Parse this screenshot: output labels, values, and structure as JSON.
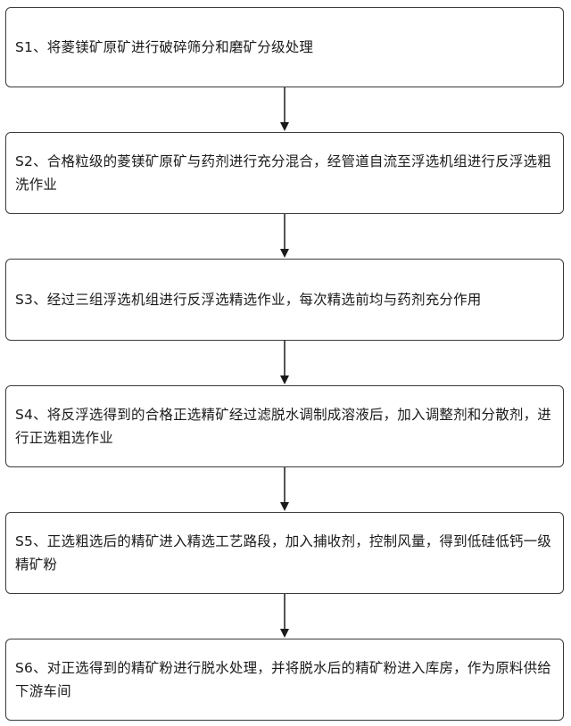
{
  "flowchart": {
    "steps": [
      {
        "id": "S1",
        "text": "S1、将菱镁矿原矿进行破碎筛分和磨矿分级处理"
      },
      {
        "id": "S2",
        "text": "S2、合格粒级的菱镁矿原矿与药剂进行充分混合，经管道自流至浮选机组进行反浮选粗洗作业"
      },
      {
        "id": "S3",
        "text": "S3、经过三组浮选机组进行反浮选精选作业，每次精选前均与药剂充分作用"
      },
      {
        "id": "S4",
        "text": "S4、将反浮选得到的合格正选精矿经过滤脱水调制成溶液后，加入调整剂和分散剂，进行正选粗选作业"
      },
      {
        "id": "S5",
        "text": "S5、正选粗选后的精矿进入精选工艺路段，加入捕收剂，控制风量，得到低硅低钙一级精矿粉"
      },
      {
        "id": "S6",
        "text": "S6、对正选得到的精矿粉进行脱水处理，并将脱水后的精矿粉进入库房，作为原料供给下游车间"
      }
    ],
    "colors": {
      "border": "#3a3a3a",
      "arrow": "#1a1a1a",
      "text": "#1a1a1a"
    }
  }
}
